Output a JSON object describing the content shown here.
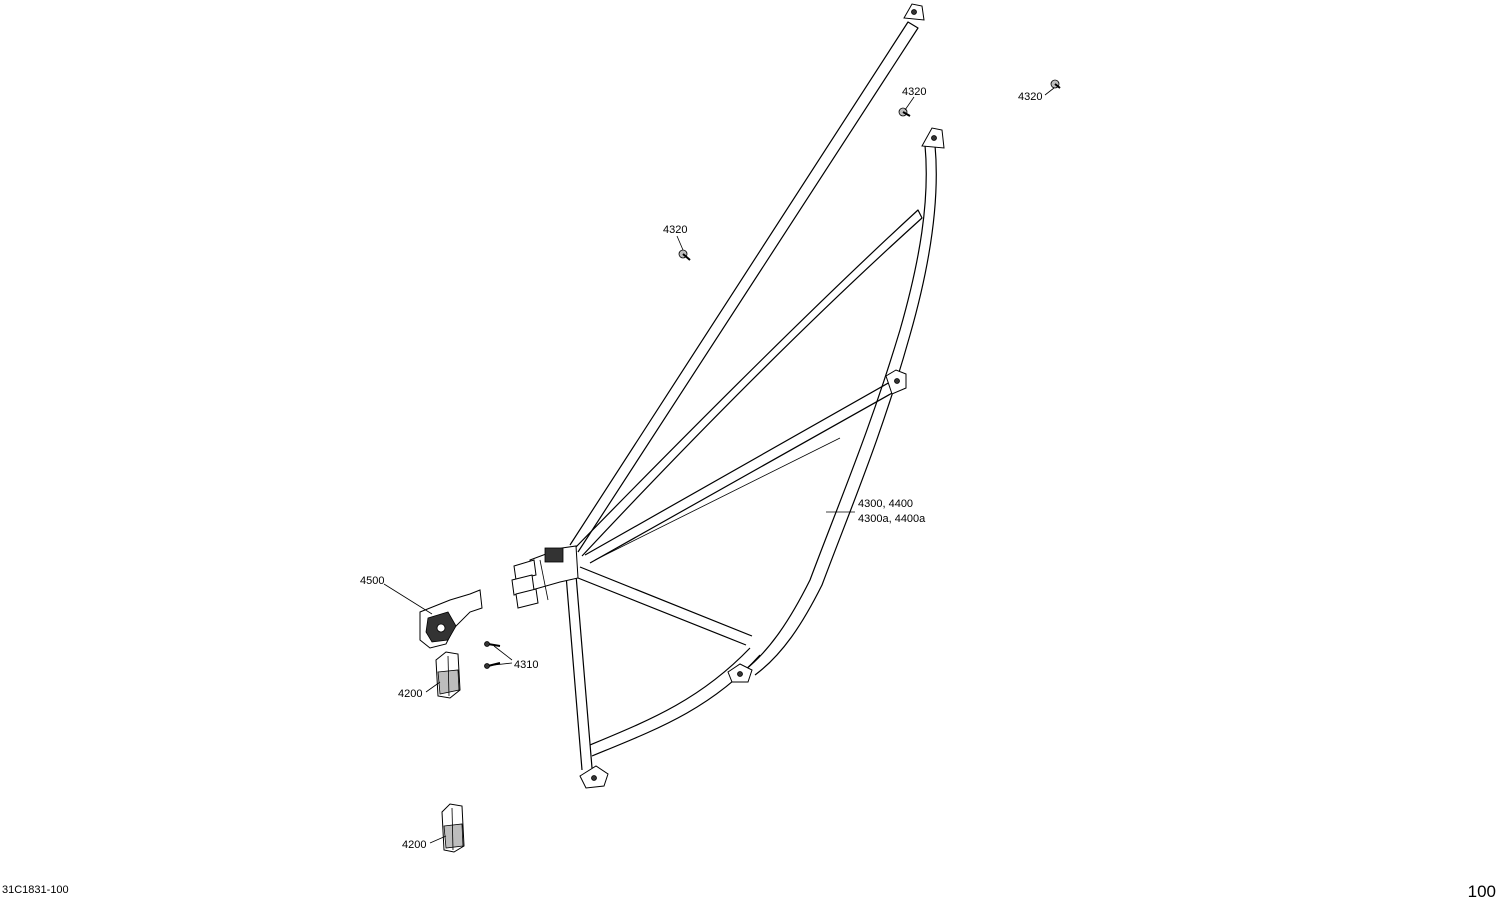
{
  "diagram": {
    "callouts": {
      "c4320_a": "4320",
      "c4320_b": "4320",
      "c4320_c": "4320",
      "c4300_line1": "4300, 4400",
      "c4300_line2": "4300a, 4400a",
      "c4500": "4500",
      "c4310": "4310",
      "c4200_a": "4200",
      "c4200_b": "4200"
    },
    "drawing_number": "31C1831-100",
    "page_number": "100"
  }
}
